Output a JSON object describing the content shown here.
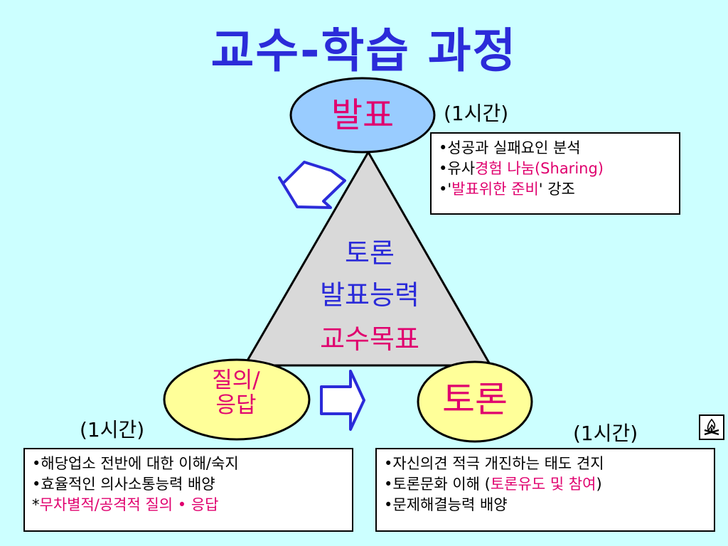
{
  "title": "교수-학습 과정",
  "nodes": {
    "top": {
      "label": "발표",
      "time": "(1시간)"
    },
    "left": {
      "label_line1": "질의/",
      "label_line2": "응답",
      "time": "(1시간)"
    },
    "right": {
      "label": "토론",
      "time": "(1시간)"
    }
  },
  "center": {
    "line1": "토론",
    "line2": "발표능력",
    "line3": "교수목표"
  },
  "boxes": {
    "top": [
      {
        "bullet": "•",
        "text": "성공과 실패요인 분석"
      },
      {
        "bullet": "•",
        "text_a": "유사",
        "text_b": "경험 나눔(Sharing)"
      },
      {
        "bullet": "•",
        "text_a": "'",
        "text_b": "발표위한 준비",
        "text_c": "' 강조"
      }
    ],
    "left": [
      {
        "bullet": "•",
        "text": "해당업소 전반에 대한 이해/숙지"
      },
      {
        "bullet": "•",
        "text": "효율적인 의사소통능력 배양"
      },
      {
        "bullet": "*",
        "text": "무차별적/공격적 질의 • 응답"
      }
    ],
    "right": [
      {
        "bullet": "•",
        "text": "자신의견 적극 개진하는 태도 견지"
      },
      {
        "bullet": "•",
        "text_a": "토론문화 이해 (",
        "text_b": "토론유도 및 참여",
        "text_c": ")"
      },
      {
        "bullet": "•",
        "text": "문제해결능력 배양"
      }
    ]
  },
  "colors": {
    "background": "#ccffff",
    "title": "#2b2bd9",
    "accent_pink": "#e0006e",
    "oval_top": "#99ccff",
    "oval_side": "#ffff99",
    "triangle": "#d9d9d9",
    "arrow_stroke": "#2b2bd9"
  },
  "icons": {
    "corner": "campfire-icon"
  }
}
